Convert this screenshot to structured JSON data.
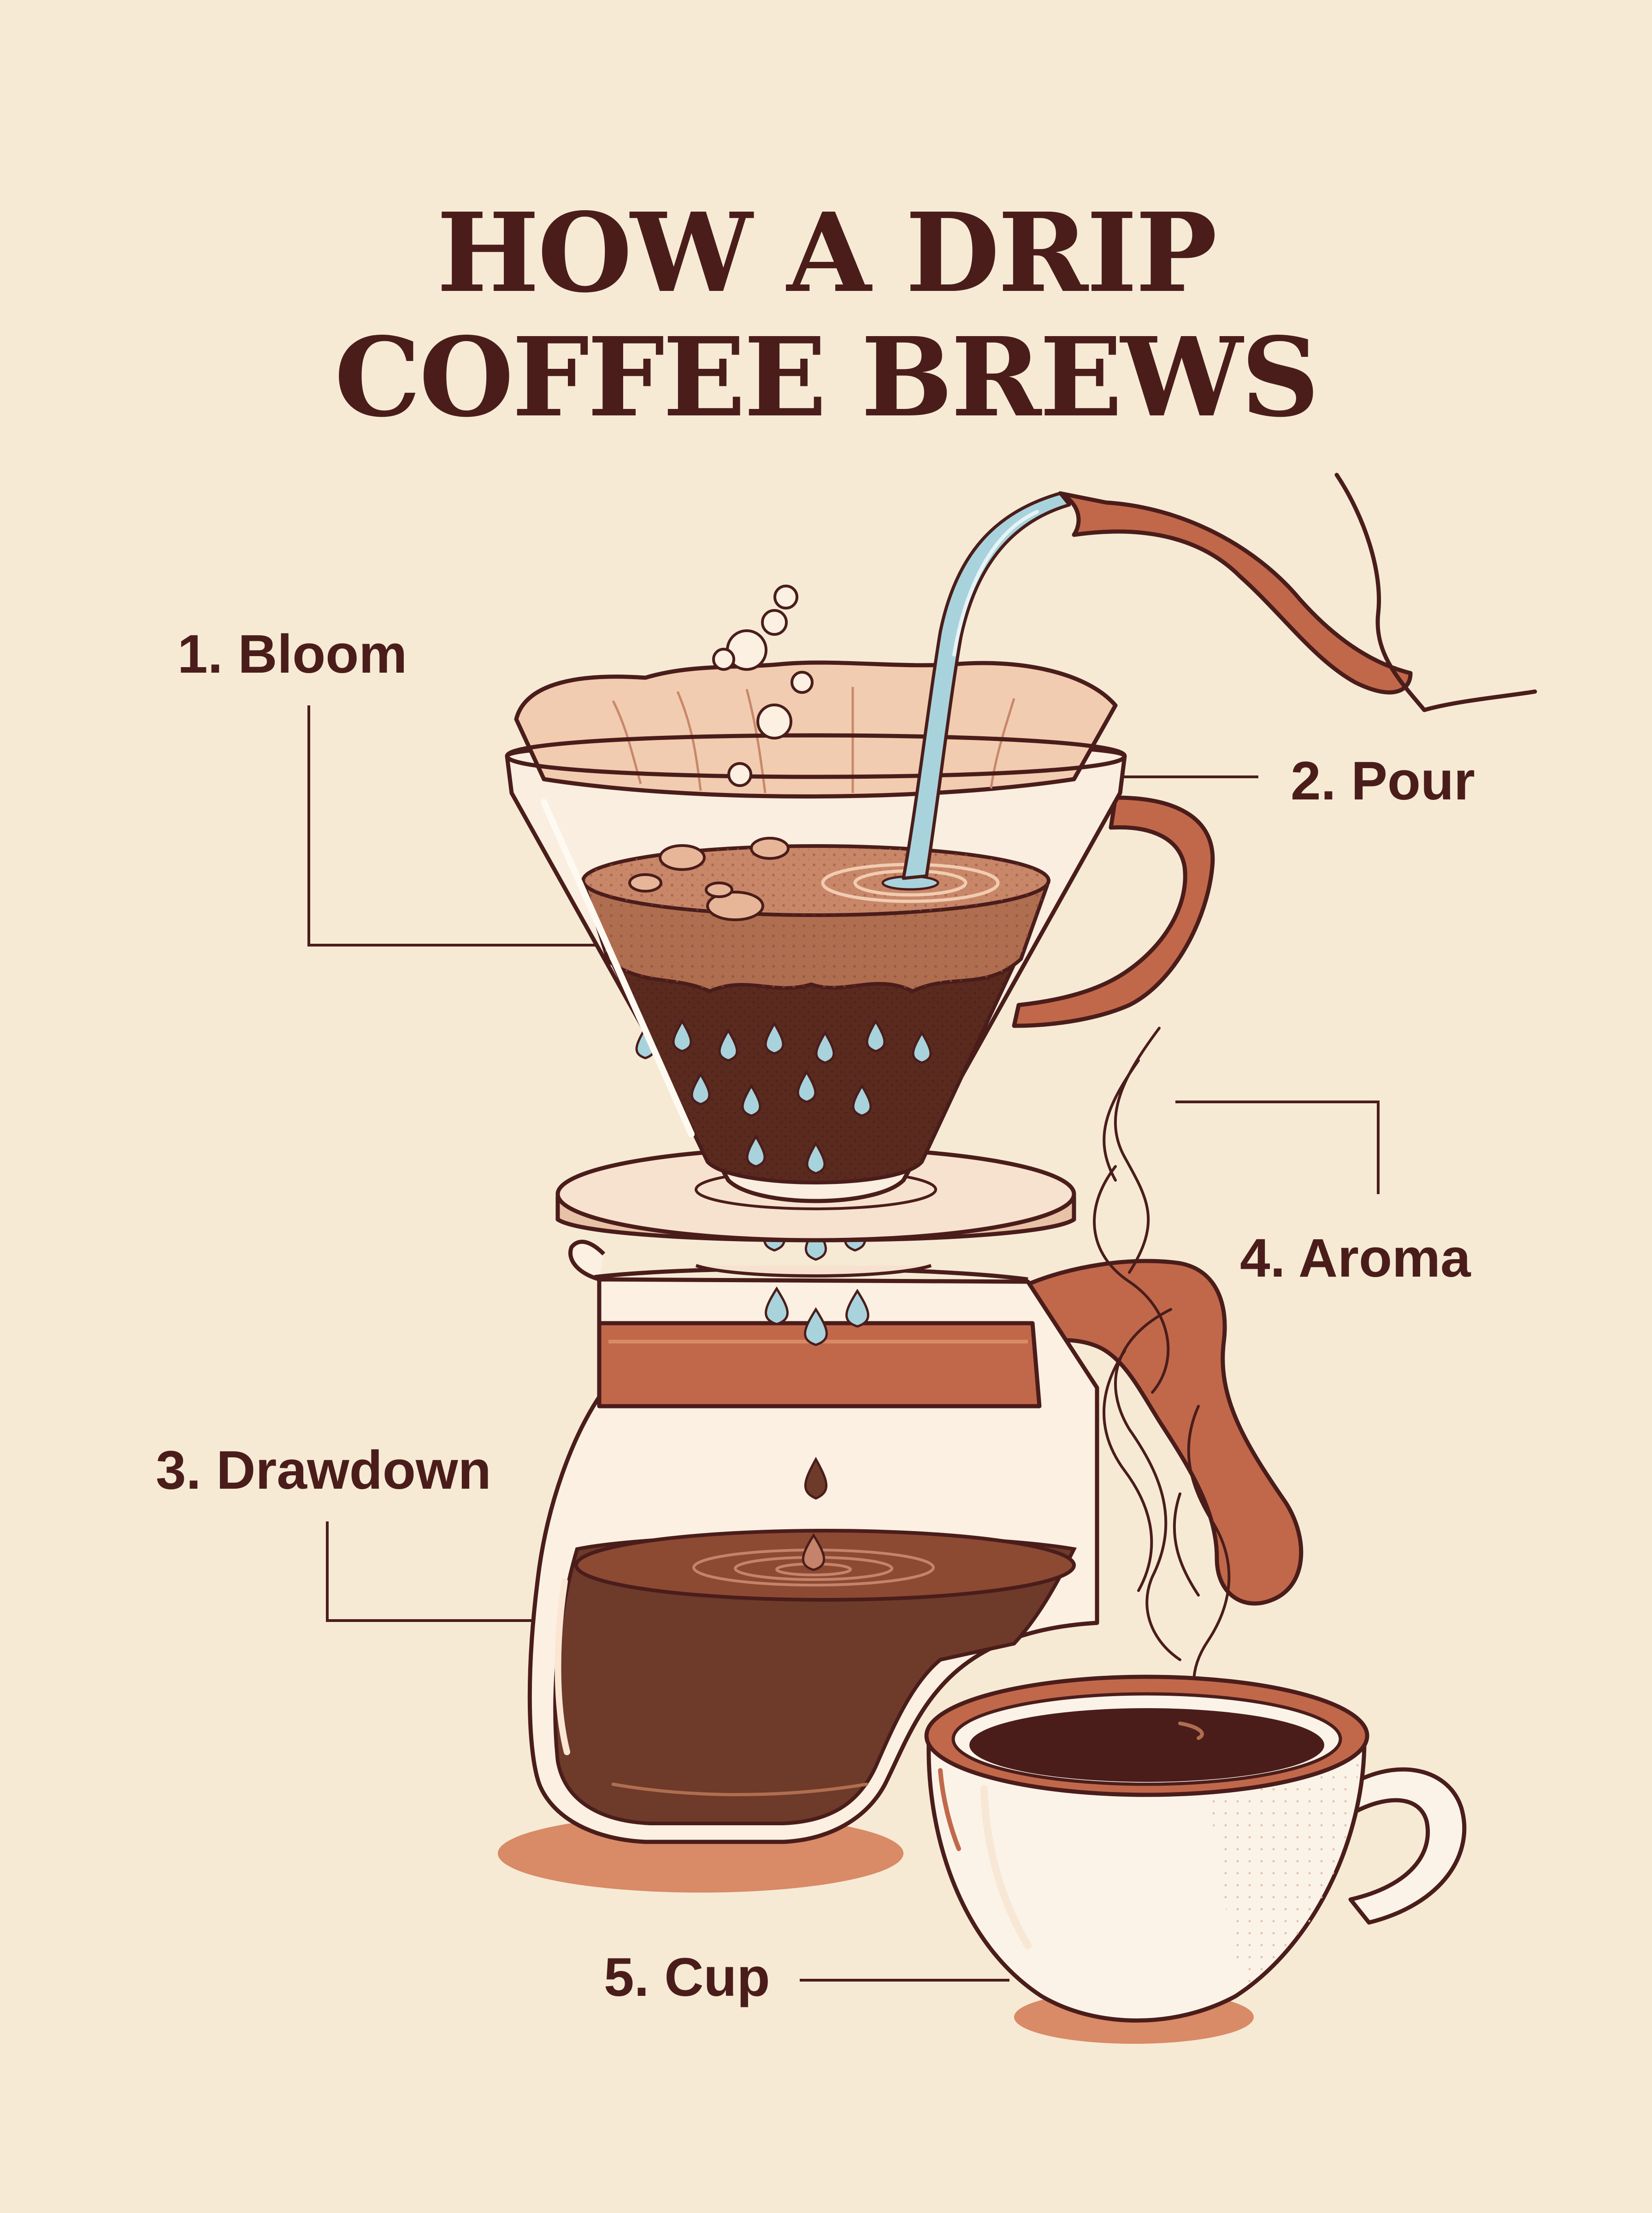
{
  "title": {
    "line1": "HOW A DRIP",
    "line2": "COFFEE BREWS"
  },
  "steps": [
    {
      "label": "1. Bloom"
    },
    {
      "label": "2. Pour"
    },
    {
      "label": "3. Drawdown"
    },
    {
      "label": "4. Aroma"
    },
    {
      "label": "5. Cup"
    }
  ],
  "colors": {
    "background": "#f6ead5",
    "ink": "#4a1d1b",
    "copper": "#c1684b",
    "coffee": "#6e3a2a",
    "water": "#a9d3dc",
    "filter": "#f1ccb0"
  }
}
